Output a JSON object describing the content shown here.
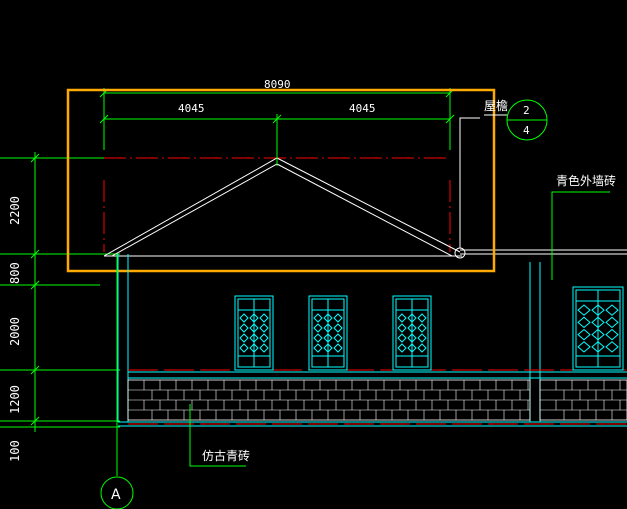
{
  "drawing": {
    "overall_dimension": "8090",
    "left_half_dimension": "4045",
    "right_half_dimension": "4045",
    "eave_label": "屋檐",
    "detail_ref_top": "2",
    "detail_ref_bottom": "4",
    "wall_brick_label": "青色外墙砖",
    "base_brick_label": "仿古青砖",
    "axis_label": "A",
    "vertical_dimensions": [
      "2200",
      "800",
      "2000",
      "1200",
      "100"
    ]
  },
  "colors": {
    "background": "#000000",
    "dimension": "#00ff00",
    "cyan": "#00ffff",
    "highlight": "#ffaa00",
    "centerline": "#ff0000",
    "text": "#ffffff",
    "roof": "#ffffff"
  }
}
